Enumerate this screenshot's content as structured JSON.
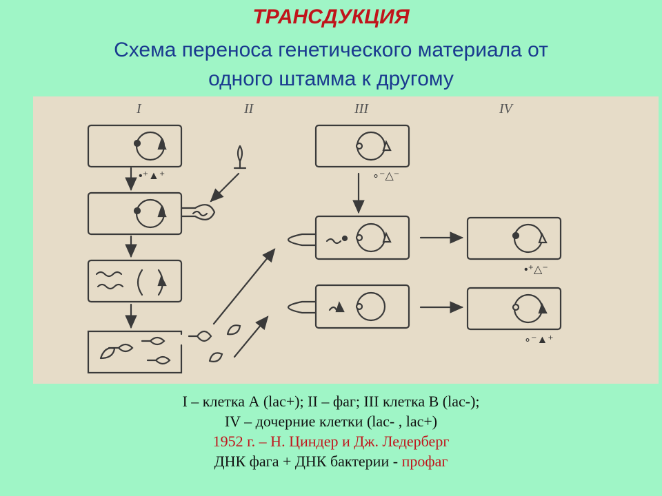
{
  "header": {
    "title": "ТРАНСДУКЦИЯ",
    "subtitle_line1": "Схема переноса генетического материала от",
    "subtitle_line2": "одного штамма к другому"
  },
  "figure": {
    "column_labels": [
      "I",
      "II",
      "III",
      "IV"
    ],
    "markers": {
      "donor": "•⁺▲⁺",
      "recipient": "∘⁻△⁻",
      "daughter1": "•⁺△⁻",
      "daughter2": "∘⁻▲⁺"
    }
  },
  "caption": {
    "line1": "I – клетка А (lac+); II – фаг; III клетка В (lac-);",
    "line2": "IV – дочерние клетки (lac- , lac+)",
    "line3": "1952 г. – Н. Циндер и Дж. Ледерберг",
    "line4_prefix": "ДНК фага + ДНК бактерии - ",
    "line4_highlight": "профаг"
  },
  "colors": {
    "background": "#9ff5c6",
    "title": "#c0141b",
    "subtitle": "#1a3a8f",
    "figure_bg": "#e6dcc8",
    "ink": "#3a3a3a"
  }
}
